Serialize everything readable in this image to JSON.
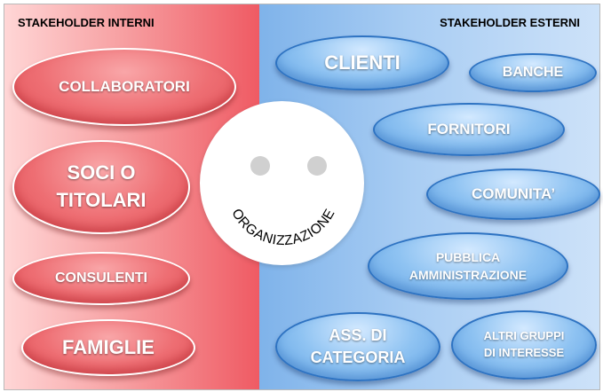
{
  "headers": {
    "internal": "STAKEHOLDER INTERNI",
    "external": "STAKEHOLDER ESTERNI"
  },
  "center": {
    "label": "ORGANIZZAZIONE"
  },
  "internal_stakeholders": {
    "collaboratori": "COLLABORATORI",
    "soci_line1": "SOCI O",
    "soci_line2": "TITOLARI",
    "consulenti": "CONSULENTI",
    "famiglie": "FAMIGLIE"
  },
  "external_stakeholders": {
    "clienti": "CLIENTI",
    "banche": "BANCHE",
    "fornitori": "FORNITORI",
    "comunita": "COMUNITA’",
    "pa_line1": "PUBBLICA",
    "pa_line2": "AMMINISTRAZIONE",
    "ass_line1": "ASS. DI",
    "ass_line2": "CATEGORIA",
    "altri_line1": "ALTRI GRUPPI",
    "altri_line2": "DI INTERESSE"
  },
  "colors": {
    "internal_panel": "#f27a80",
    "external_panel": "#a9cdf3",
    "internal_bubble": "#ee6e73",
    "external_bubble": "#8fc3f2",
    "bubble_outline_blue": "#2e73c2"
  }
}
